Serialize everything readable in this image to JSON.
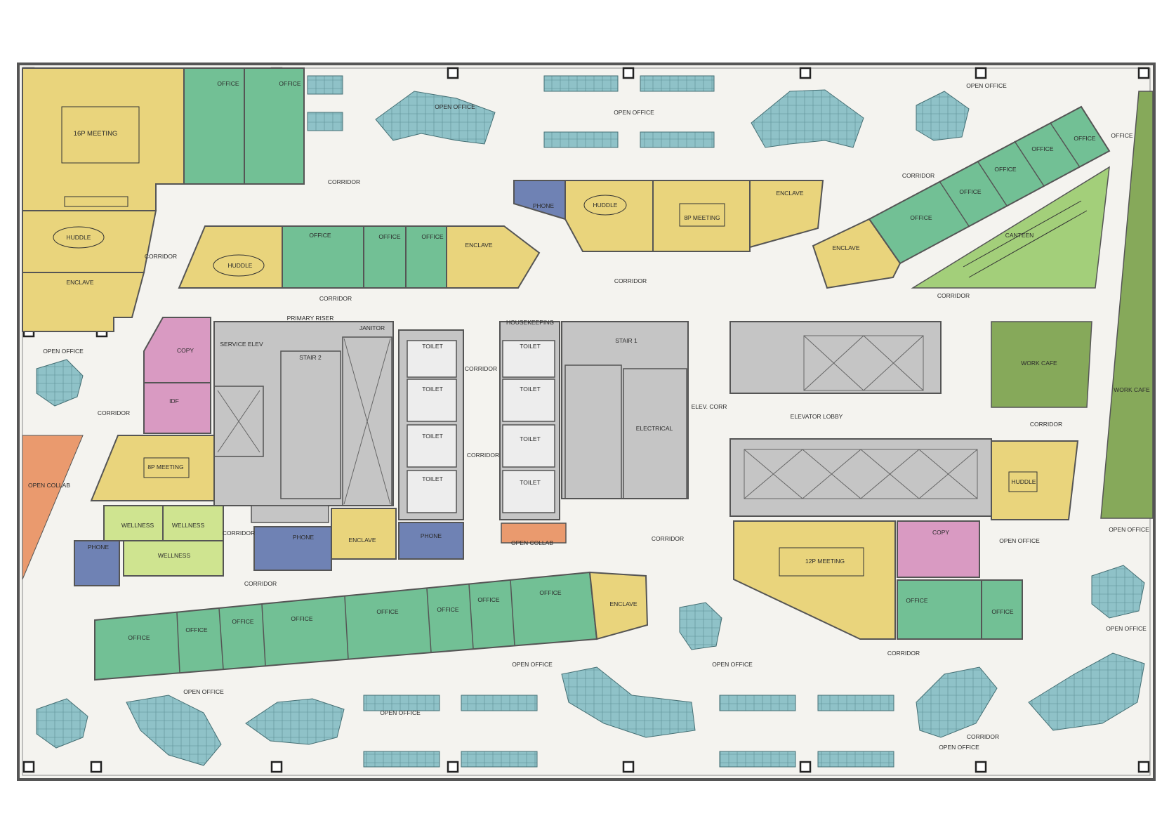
{
  "colors": {
    "meeting": "#e9d47c",
    "office": "#72c095",
    "desk": "#8fc2c8",
    "core": "#c5c5c5",
    "phone": "#6f82b4",
    "support": "#d99ac2",
    "wellness": "#cfe490",
    "canteen": "#a3cf7a",
    "work_cafe": "#86a95a",
    "collab": "#ea9a6e",
    "floor": "#f4f3ef",
    "wall": "#555555"
  },
  "rooms": {
    "meeting_16p": "16P MEETING",
    "office_1": "OFFICE",
    "office_2": "OFFICE",
    "huddle_nw": "HUDDLE",
    "enclave_nw": "ENCLAVE",
    "huddle_mid": "HUDDLE",
    "office_mid": "OFFICE",
    "office_mid2": "OFFICE",
    "office_mid3": "OFFICE",
    "enclave_mid": "ENCLAVE",
    "phone_n": "PHONE",
    "huddle_n": "HUDDLE",
    "meeting_8p_n": "8P MEETING",
    "enclave_n": "ENCLAVE",
    "office_ne1": "OFFICE",
    "office_ne2": "OFFICE",
    "office_ne3": "OFFICE",
    "office_ne4": "OFFICE",
    "office_ne5": "OFFICE",
    "office_ne6": "OFFICE",
    "enclave_ne": "ENCLAVE",
    "canteen": "CANTEEN",
    "copy_w": "COPY",
    "idf": "IDF",
    "service_elev": "SERVICE ELEV",
    "primary_riser": "PRIMARY RISER",
    "stair_2": "STAIR 2",
    "janitor": "JANITOR",
    "toilet_1": "TOILET",
    "toilet_2": "TOILET",
    "toilet_3": "TOILET",
    "toilet_4": "TOILET",
    "toilet_5": "TOILET",
    "toilet_6": "TOILET",
    "toilet_7": "TOILET",
    "toilet_8": "TOILET",
    "housekeeping": "HOUSEKEEPING",
    "stair_1": "STAIR 1",
    "electrical": "ELECTRICAL",
    "elev_corr": "ELEV. CORR",
    "elevator_lobby": "ELEVATOR LOBBY",
    "work_cafe_1": "WORK CAFE",
    "work_cafe_2": "WORK CAFE",
    "open_collab_w": "OPEN COLLAB",
    "meeting_8p_w": "8P MEETING",
    "wellness_1": "WELLNESS",
    "wellness_2": "WELLNESS",
    "wellness_3": "WELLNESS",
    "phone_w": "PHONE",
    "phone_c1": "PHONE",
    "enclave_c": "ENCLAVE",
    "phone_c2": "PHONE",
    "open_collab_c": "OPEN COLLAB",
    "huddle_e": "HUDDLE",
    "meeting_12p": "12P MEETING",
    "copy_e": "COPY",
    "office_e1": "OFFICE",
    "office_e2": "OFFICE",
    "office_s1": "OFFICE",
    "office_s2": "OFFICE",
    "office_s3": "OFFICE",
    "office_s4": "OFFICE",
    "office_s5": "OFFICE",
    "office_s6": "OFFICE",
    "office_s7": "OFFICE",
    "office_s8": "OFFICE",
    "enclave_s": "ENCLAVE"
  },
  "areas": {
    "open_office_n1": "OPEN OFFICE",
    "open_office_n2": "OPEN OFFICE",
    "open_office_n3": "OPEN OFFICE",
    "open_office_w": "OPEN OFFICE",
    "open_office_e1": "OPEN OFFICE",
    "open_office_e2": "OPEN OFFICE",
    "open_office_e3": "OPEN OFFICE",
    "open_office_s1": "OPEN OFFICE",
    "open_office_s2": "OPEN OFFICE",
    "open_office_s3": "OPEN OFFICE",
    "open_office_s4": "OPEN OFFICE",
    "open_office_s5": "OPEN OFFICE",
    "corridor_1": "CORRIDOR",
    "corridor_2": "CORRIDOR",
    "corridor_3": "CORRIDOR",
    "corridor_4": "CORRIDOR",
    "corridor_5": "CORRIDOR",
    "corridor_6": "CORRIDOR",
    "corridor_7": "CORRIDOR",
    "corridor_8": "CORRIDOR",
    "corridor_9": "CORRIDOR",
    "corridor_10": "CORRIDOR",
    "corridor_11": "CORRIDOR",
    "corridor_12": "CORRIDOR",
    "corridor_13": "CORRIDOR",
    "corridor_14": "CORRIDOR",
    "corridor_15": "CORRIDOR"
  }
}
